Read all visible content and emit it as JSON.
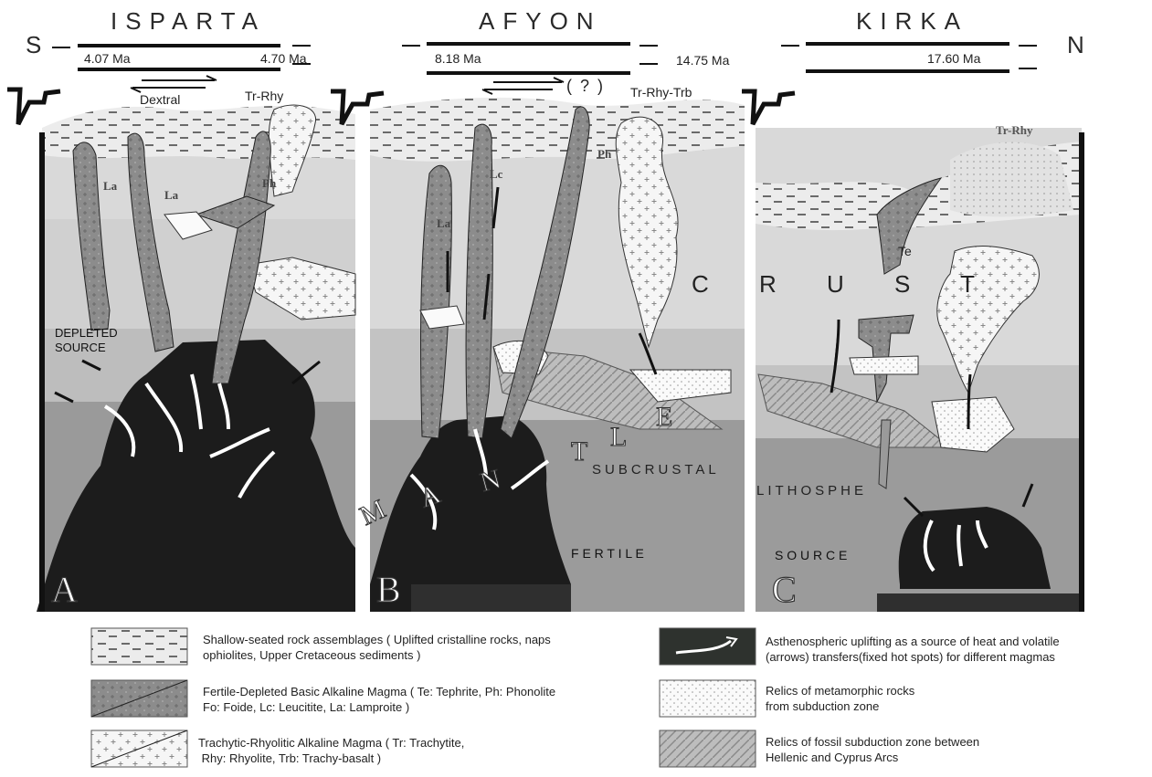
{
  "header": {
    "regions": [
      "ISPARTA",
      "AFYON",
      "KIRKA"
    ],
    "south": "S",
    "north": "N",
    "ages": [
      "4.07 Ma",
      "4.70 Ma",
      "8.18 Ma",
      "14.75 Ma",
      "17.60 Ma"
    ],
    "dextral": "Dextral",
    "question": "( ? )",
    "tr_rhy": "Tr-Rhy",
    "tr_rhy_trb": "Tr-Rhy-Trb",
    "tr_rhy_bold": "Tr-Rhy"
  },
  "panels": {
    "a": "A",
    "b": "B",
    "c": "C"
  },
  "labels": {
    "depleted_source": "DEPLETED\nSOURCE",
    "crust": "C R U S T",
    "mantle_letters": [
      "M",
      "A",
      "N",
      "T",
      "L",
      "E"
    ],
    "subcrustal": "SUBCRUSTAL",
    "lithosphere": "LITHOSPHE",
    "fertile": "F E R T I L E",
    "source": "S O U R C E",
    "la1": "La",
    "la2": "La",
    "ph1": "Ph",
    "la3": "La",
    "lc": "Lc",
    "ph2": "Ph",
    "te": "Te"
  },
  "legend": {
    "shallow": "Shallow-seated rock assemblages ( Uplifted cristalline rocks, naps\nophiolites, Upper Cretaceous sediments )",
    "fertile_depleted": "Fertile-Depleted Basic Alkaline Magma ( Te: Tephrite, Ph: Phonolite\nFo: Foide, Lc: Leucitite, La: Lamproite )",
    "trachytic": "Trachytic-Rhyolitic Alkaline Magma ( Tr: Trachytite,\n Rhy: Rhyolite, Trb: Trachy-basalt )",
    "asthenospheric": "Asthenospheric uplifting as a source of heat and volatile\n(arrows) transfers(fixed hot spots) for different magmas",
    "relics_meta": "Relics of metamorphic rocks\nfrom subduction zone",
    "relics_fossil": "Relics of fossil subduction zone between\nHellenic and Cyprus Arcs"
  }
}
